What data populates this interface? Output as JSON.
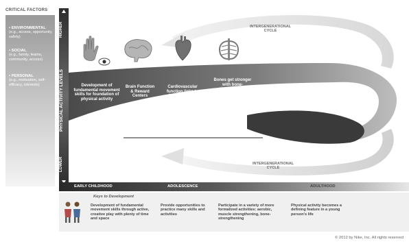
{
  "factors": {
    "title": "CRITICAL FACTORS",
    "items": [
      {
        "name": "• ENVIRONMENTAL",
        "detail": "(e.g., access, opportunity, safety)"
      },
      {
        "name": "• SOCIAL",
        "detail": "(e.g., family, teams, community, access)"
      },
      {
        "name": "• PERSONAL",
        "detail": "(e.g., motivation, self-efficacy, interests)"
      }
    ]
  },
  "levels": {
    "higher": "HIGHER",
    "axis": "PHYSICAL ACTIVITY LEVELS",
    "lower": "LOWER"
  },
  "cycles": {
    "top": "INTERGENERATIONAL CYCLE",
    "bottom": "INTERGENERATIONAL CYCLE"
  },
  "stages": [
    {
      "text": "Development of fundamental movement skills for foundation of physical activity",
      "icon": "hand-eye-icon"
    },
    {
      "text": "Brain Function & Reward Centers",
      "icon": "brain-icon"
    },
    {
      "text": "Cardiovascular function links to brain function",
      "icon": "heart-icon"
    },
    {
      "text": "Bones get stronger with bone-strengthening activities",
      "icon": "ribcage-icon"
    }
  ],
  "timeline": {
    "early": "EARLY CHILDHOOD",
    "adolescence": "ADOLESCENCE",
    "adulthood": "ADULTHOOD"
  },
  "keys": {
    "title": "Keys to Development",
    "icon": "children-icon",
    "items": [
      "Development of fundamental movement skills through active, creative play with plenty of time and space",
      "Provide opportunities to practice many skills and activities",
      "Participate in a variety of more formalized activities: aerobic, muscle strengthening, bone-strengthening",
      "Physical activity becomes a defining feature in a young person's life"
    ]
  },
  "copyright": "© 2012 by Nike, Inc. All rights reserved"
}
